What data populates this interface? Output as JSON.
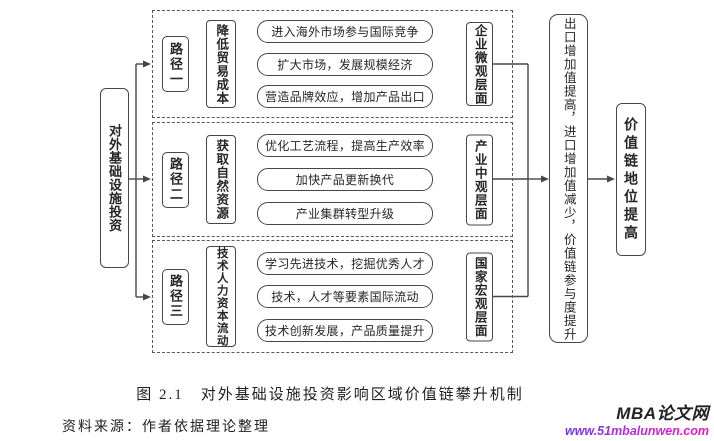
{
  "diagram": {
    "source_box": "对外基础设施投资",
    "paths": [
      {
        "path_label": "路径一",
        "mechanism": "降低贸易成本",
        "effects": [
          "进入海外市场参与国际竞争",
          "扩大市场，发展规模经济",
          "营造品牌效应，增加产品出口"
        ],
        "level": "企业微观层面"
      },
      {
        "path_label": "路径二",
        "mechanism": "获取自然资源",
        "effects": [
          "优化工艺流程，提高生产效率",
          "加快产品更新换代",
          "产业集群转型升级"
        ],
        "level": "产业中观层面"
      },
      {
        "path_label": "路径三",
        "mechanism": "技术人力资本流动",
        "effects": [
          "学习先进技术，挖掘优秀人才",
          "技术，人才等要素国际流动",
          "技术创新发展，产品质量提升"
        ],
        "level": "国家宏观层面"
      }
    ],
    "outcome_box": "出口增加值提高，进口增加值减少，价值链参与度提升",
    "result_box": "价值链地位提高"
  },
  "caption": "图 2.1　对外基础设施投资影响区域价值链攀升机制",
  "source_note": "资料来源：作者依据理论整理",
  "watermark": {
    "site_name": "MBA论文网",
    "url": "www.51mbalunwen.com",
    "url_color_start": "#6a35e8",
    "url_color_end": "#f013c5"
  },
  "colors": {
    "background": "#ffffff",
    "box_border": "#474747",
    "dashed_border": "#595959",
    "text": "#262626"
  }
}
